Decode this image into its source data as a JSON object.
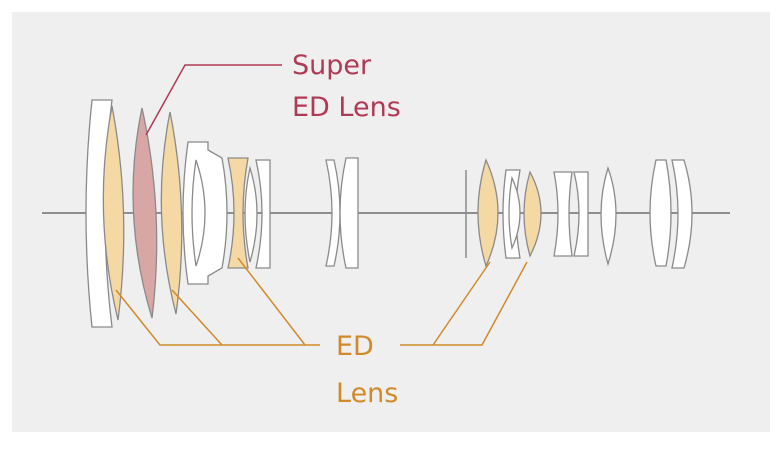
{
  "diagram": {
    "labels": {
      "super_ed_line1": "Super",
      "super_ed_line2": "ED Lens",
      "ed_line1": "ED",
      "ed_line2": "Lens"
    },
    "colors": {
      "background": "#efefef",
      "axis": "#6e6e6e",
      "lens_outline": "#8a8a8a",
      "lens_white": "#ffffff",
      "ed_fill": "#f5d9a4",
      "super_ed_fill": "#d9a6a6",
      "super_ed_text": "#b03a56",
      "ed_text": "#d08a2a"
    }
  }
}
